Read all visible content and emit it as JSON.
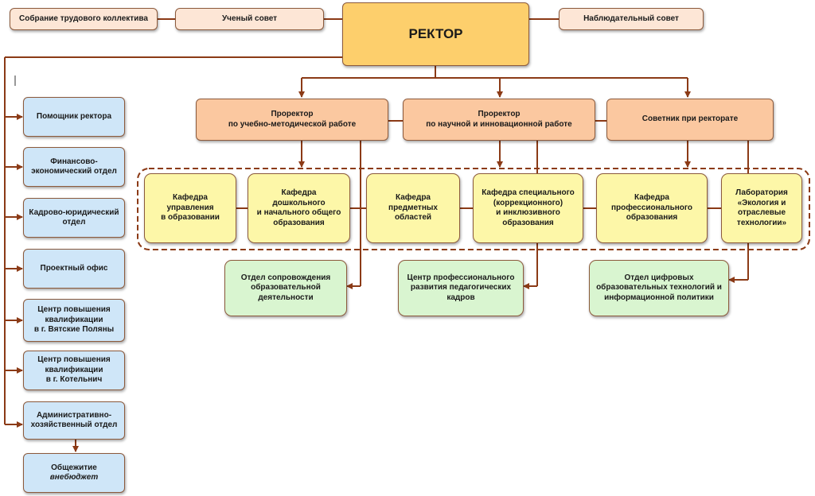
{
  "colors": {
    "line": "#8b3a16",
    "rector": "#fdcf6c",
    "prorector": "#fbc8a0",
    "peach": "#fde6d6",
    "blue": "#cfe6f8",
    "yellow": "#fdf7a8",
    "green": "#d9f5d0"
  },
  "top": {
    "assembly": "Собрание трудового коллектива",
    "academic_council": "Ученый совет",
    "rector": "РЕКТОР",
    "supervisory_board": "Наблюдательный совет"
  },
  "prorectors": [
    {
      "line1": "Проректор",
      "line2": "по учебно-методической работе"
    },
    {
      "line1": "Проректор",
      "line2": "по научной и инновационной работе"
    },
    {
      "line1": "Советник при ректорате",
      "line2": ""
    }
  ],
  "left_units": [
    {
      "lines": [
        "Помощник ректора"
      ]
    },
    {
      "lines": [
        "Финансово-",
        "экономический отдел"
      ]
    },
    {
      "lines": [
        "Кадрово-юридический",
        "отдел"
      ]
    },
    {
      "lines": [
        "Проектный офис"
      ]
    },
    {
      "lines": [
        "Центр повышения",
        "квалификации",
        "в г. Вятские Поляны"
      ]
    },
    {
      "lines": [
        "Центр повышения",
        "квалификации",
        "в г. Котельнич"
      ]
    },
    {
      "lines": [
        "Административно-",
        "хозяйственный отдел"
      ]
    }
  ],
  "dormitory": {
    "line1": "Общежитие",
    "line2": "внебюджет"
  },
  "departments": [
    {
      "lines": [
        "Кафедра",
        "управления",
        "в образовании"
      ]
    },
    {
      "lines": [
        "Кафедра",
        "дошкольного",
        "и начального общего",
        "образования"
      ]
    },
    {
      "lines": [
        "Кафедра",
        "предметных",
        "областей"
      ]
    },
    {
      "lines": [
        "Кафедра специального",
        "(коррекционного)",
        "и инклюзивного",
        "образования"
      ]
    },
    {
      "lines": [
        "Кафедра",
        "профессионального",
        "образования"
      ]
    },
    {
      "lines": [
        "Лаборатория",
        "«Экология и",
        "отраслевые",
        "технологии»"
      ]
    }
  ],
  "green_units": [
    {
      "lines": [
        "Отдел сопровождения",
        "образовательной",
        "деятельности"
      ]
    },
    {
      "lines": [
        "Центр профессионального",
        "развития педагогических",
        "кадров"
      ]
    },
    {
      "lines": [
        "Отдел цифровых",
        "образовательных технологий и",
        "информационной политики"
      ]
    }
  ]
}
